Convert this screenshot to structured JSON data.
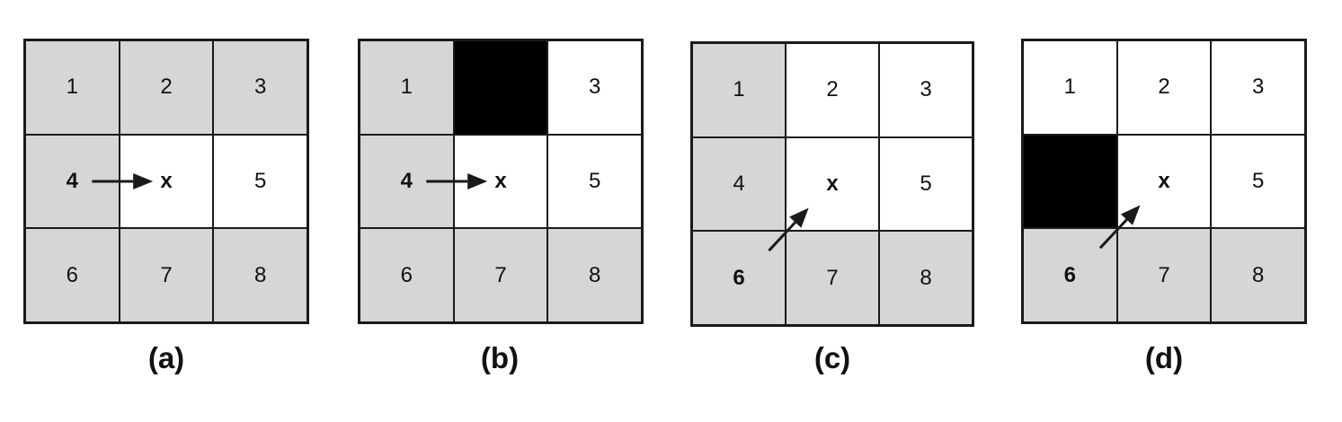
{
  "panels": [
    {
      "caption": "(a)",
      "cells": [
        {
          "label": "1",
          "fill": "gray",
          "bold": false
        },
        {
          "label": "2",
          "fill": "gray",
          "bold": false
        },
        {
          "label": "3",
          "fill": "gray",
          "bold": false
        },
        {
          "label": "4",
          "fill": "gray",
          "bold": true
        },
        {
          "label": "x",
          "fill": "white",
          "bold": true
        },
        {
          "label": "5",
          "fill": "white",
          "bold": false
        },
        {
          "label": "6",
          "fill": "gray",
          "bold": false
        },
        {
          "label": "7",
          "fill": "gray",
          "bold": false
        },
        {
          "label": "8",
          "fill": "gray",
          "bold": false
        }
      ],
      "arrow": {
        "from_cell": "4",
        "to_cell": "x",
        "direction": "horizontal"
      }
    },
    {
      "caption": "(b)",
      "cells": [
        {
          "label": "1",
          "fill": "gray",
          "bold": false
        },
        {
          "label": "",
          "fill": "black",
          "bold": false
        },
        {
          "label": "3",
          "fill": "white",
          "bold": false
        },
        {
          "label": "4",
          "fill": "gray",
          "bold": true
        },
        {
          "label": "x",
          "fill": "white",
          "bold": true
        },
        {
          "label": "5",
          "fill": "white",
          "bold": false
        },
        {
          "label": "6",
          "fill": "gray",
          "bold": false
        },
        {
          "label": "7",
          "fill": "gray",
          "bold": false
        },
        {
          "label": "8",
          "fill": "gray",
          "bold": false
        }
      ],
      "arrow": {
        "from_cell": "4",
        "to_cell": "x",
        "direction": "horizontal"
      }
    },
    {
      "caption": "(c)",
      "cells": [
        {
          "label": "1",
          "fill": "gray",
          "bold": false
        },
        {
          "label": "2",
          "fill": "white",
          "bold": false
        },
        {
          "label": "3",
          "fill": "white",
          "bold": false
        },
        {
          "label": "4",
          "fill": "gray",
          "bold": false
        },
        {
          "label": "x",
          "fill": "white",
          "bold": true
        },
        {
          "label": "5",
          "fill": "white",
          "bold": false
        },
        {
          "label": "6",
          "fill": "gray",
          "bold": true
        },
        {
          "label": "7",
          "fill": "gray",
          "bold": false
        },
        {
          "label": "8",
          "fill": "gray",
          "bold": false
        }
      ],
      "arrow": {
        "from_cell": "6",
        "to_cell": "x",
        "direction": "diagonal"
      }
    },
    {
      "caption": "(d)",
      "cells": [
        {
          "label": "1",
          "fill": "white",
          "bold": false
        },
        {
          "label": "2",
          "fill": "white",
          "bold": false
        },
        {
          "label": "3",
          "fill": "white",
          "bold": false
        },
        {
          "label": "",
          "fill": "black",
          "bold": false
        },
        {
          "label": "x",
          "fill": "white",
          "bold": true
        },
        {
          "label": "5",
          "fill": "white",
          "bold": false
        },
        {
          "label": "6",
          "fill": "gray",
          "bold": true
        },
        {
          "label": "7",
          "fill": "gray",
          "bold": false
        },
        {
          "label": "8",
          "fill": "gray",
          "bold": false
        }
      ],
      "arrow": {
        "from_cell": "6",
        "to_cell": "x",
        "direction": "diagonal"
      }
    }
  ],
  "colors": {
    "gray": "#d6d6d6",
    "white": "#ffffff",
    "black": "#000000",
    "line": "#1a1a1a"
  }
}
